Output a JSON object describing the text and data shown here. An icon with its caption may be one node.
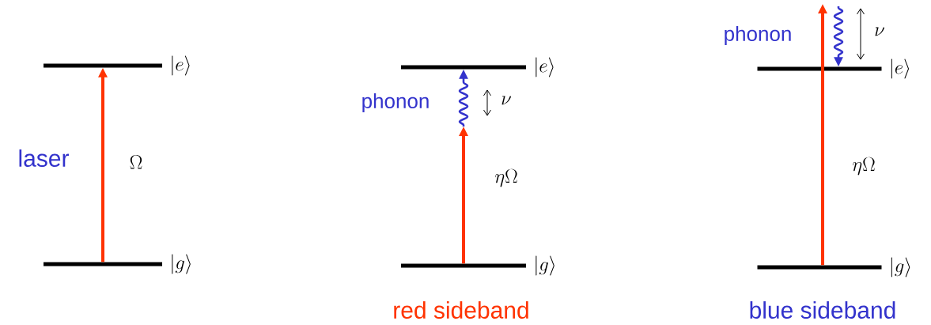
{
  "diagram": {
    "nodes": [
      {
        "text": [],
        "shape": "bar",
        "beside": [
          "|e\\rangle"
        ]
      },
      {
        "text": [],
        "shape": "bar",
        "beside": [
          "|g\\rangle"
        ]
      },
      {
        "text": [],
        "shape": "bar",
        "beside": [
          "|e\\rangle"
        ]
      },
      {
        "text": [],
        "shape": "bar",
        "beside": [
          "|g\\rangle"
        ]
      },
      {
        "text": [],
        "shape": "bar",
        "beside": [
          "|e\\rangle"
        ]
      },
      {
        "text": [],
        "shape": "bar",
        "beside": [
          "|g\\rangle"
        ]
      }
    ],
    "edges": [
      {
        "from": 1,
        "to": 0,
        "arrow": "to",
        "color": "#ff3300",
        "label": "\\Omega"
      },
      {
        "from": 3,
        "to": null,
        "arrow": "to",
        "color": "#ff3300",
        "label": "\\eta\\Omega"
      },
      {
        "from": null,
        "to": 2,
        "arrow": "to",
        "color": "#3333cc",
        "label": "phonon"
      },
      {
        "from": 5,
        "to": null,
        "arrow": "to",
        "color": "#ff3300",
        "label": "\\eta\\Omega"
      },
      {
        "from": null,
        "to": 4,
        "arrow": "to",
        "color": "#3333cc",
        "label": "phonon"
      }
    ],
    "labels": [
      "laser",
      "\\nu",
      "red sideband",
      "\\nu",
      "blue sideband"
    ]
  }
}
